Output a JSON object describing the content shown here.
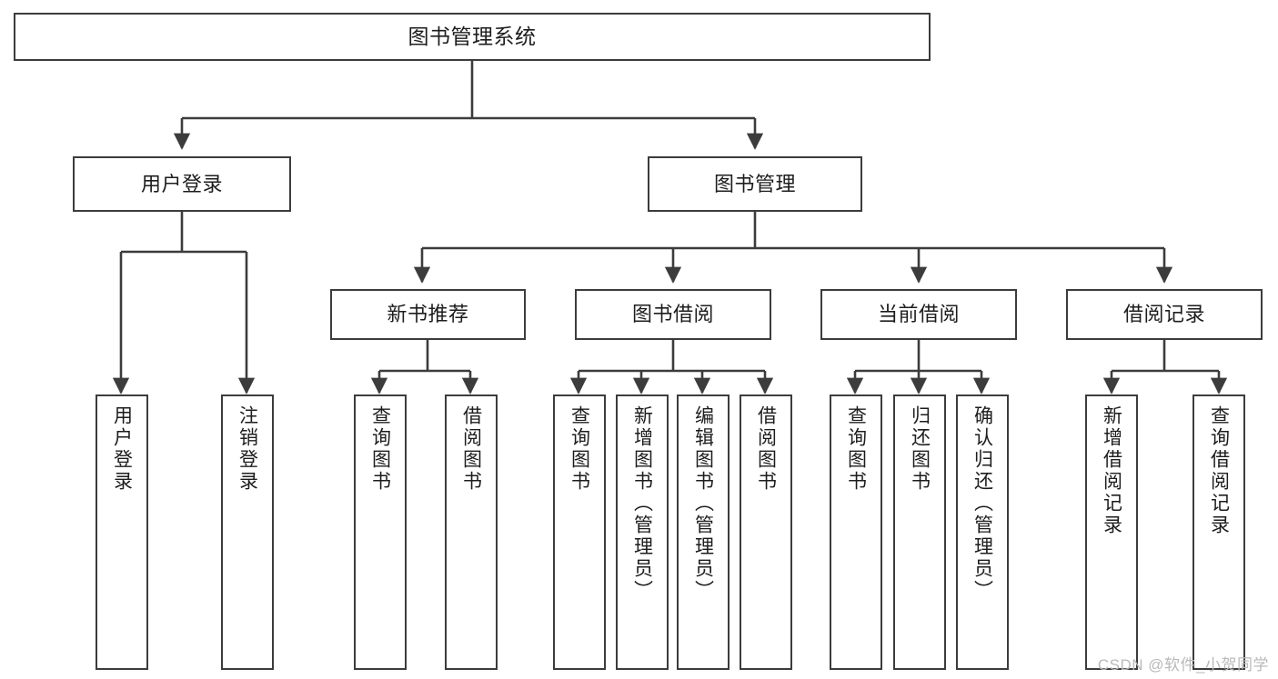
{
  "diagram": {
    "title": "图书管理系统",
    "type": "tree-hierarchy",
    "colors": {
      "box_border": "#3c3c3c",
      "box_fill": "#ffffff",
      "edge": "#3c3c3c",
      "text": "#1d1d1d",
      "watermark": "#b9b9b9"
    },
    "nodes": {
      "root": {
        "label": "图书管理系统"
      },
      "level2": [
        {
          "label": "用户登录"
        },
        {
          "label": "图书管理"
        }
      ],
      "level3": [
        {
          "label": "新书推荐"
        },
        {
          "label": "图书借阅"
        },
        {
          "label": "当前借阅"
        },
        {
          "label": "借阅记录"
        }
      ],
      "leaves": {
        "user_login": [
          {
            "label": "用户登录"
          },
          {
            "label": "注销登录"
          }
        ],
        "new_book_recommend": [
          {
            "label": "查询图书"
          },
          {
            "label": "借阅图书"
          }
        ],
        "book_borrow": [
          {
            "label": "查询图书"
          },
          {
            "label": "新增图书（管理员）"
          },
          {
            "label": "编辑图书（管理员）"
          },
          {
            "label": "借阅图书"
          }
        ],
        "current_borrow": [
          {
            "label": "查询图书"
          },
          {
            "label": "归还图书"
          },
          {
            "label": "确认归还（管理员）"
          }
        ],
        "borrow_record": [
          {
            "label": "新增借阅记录"
          },
          {
            "label": "查询借阅记录"
          }
        ]
      }
    }
  },
  "watermark": {
    "text": "CSDN @软件_小贺同学"
  }
}
